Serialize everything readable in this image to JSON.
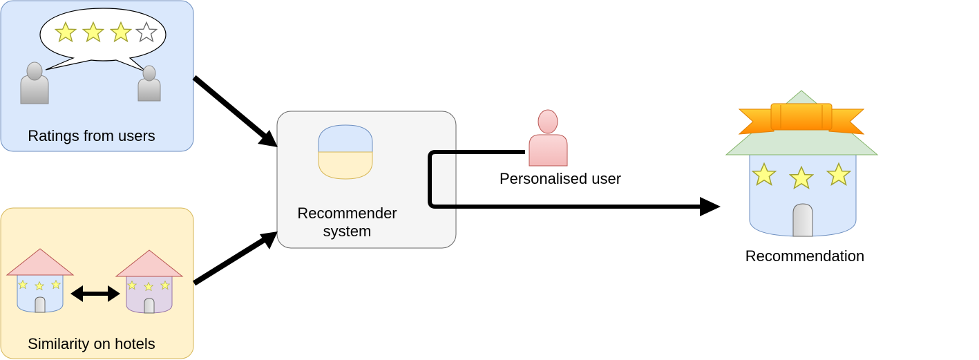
{
  "nodes": {
    "ratings": {
      "label": "Ratings from users",
      "fill": "#dae8fc",
      "stroke": "#6c8ebf",
      "rating_stars": 3,
      "rating_max": 4
    },
    "similarity": {
      "label": "Similarity on hotels",
      "fill": "#fff2cc",
      "stroke": "#d6b656"
    },
    "recommender": {
      "label": "Recommender system",
      "fill": "#f5f5f5",
      "stroke": "#666666"
    },
    "personalised_user": {
      "label": "Personalised user",
      "icon": "user-icon",
      "color": "#f8cecc"
    },
    "recommendation": {
      "label": "Recommendation",
      "icon": "hotel-icon",
      "stars": 3,
      "banner_color": "#f5a623"
    }
  },
  "colors": {
    "arrow": "#000000",
    "star_fill": "#ffff88",
    "star_stroke": "#a0a030",
    "hotel_blue": "#dae8fc",
    "hotel_purple": "#e1d5e7",
    "roof_red": "#f8cecc",
    "roof_green": "#d5e8d4",
    "user_gray": "#bdbdbd"
  },
  "edges": [
    {
      "from": "ratings",
      "to": "recommender"
    },
    {
      "from": "similarity",
      "to": "recommender"
    },
    {
      "from": "recommender",
      "to": "recommendation",
      "via": "personalised_user"
    }
  ]
}
